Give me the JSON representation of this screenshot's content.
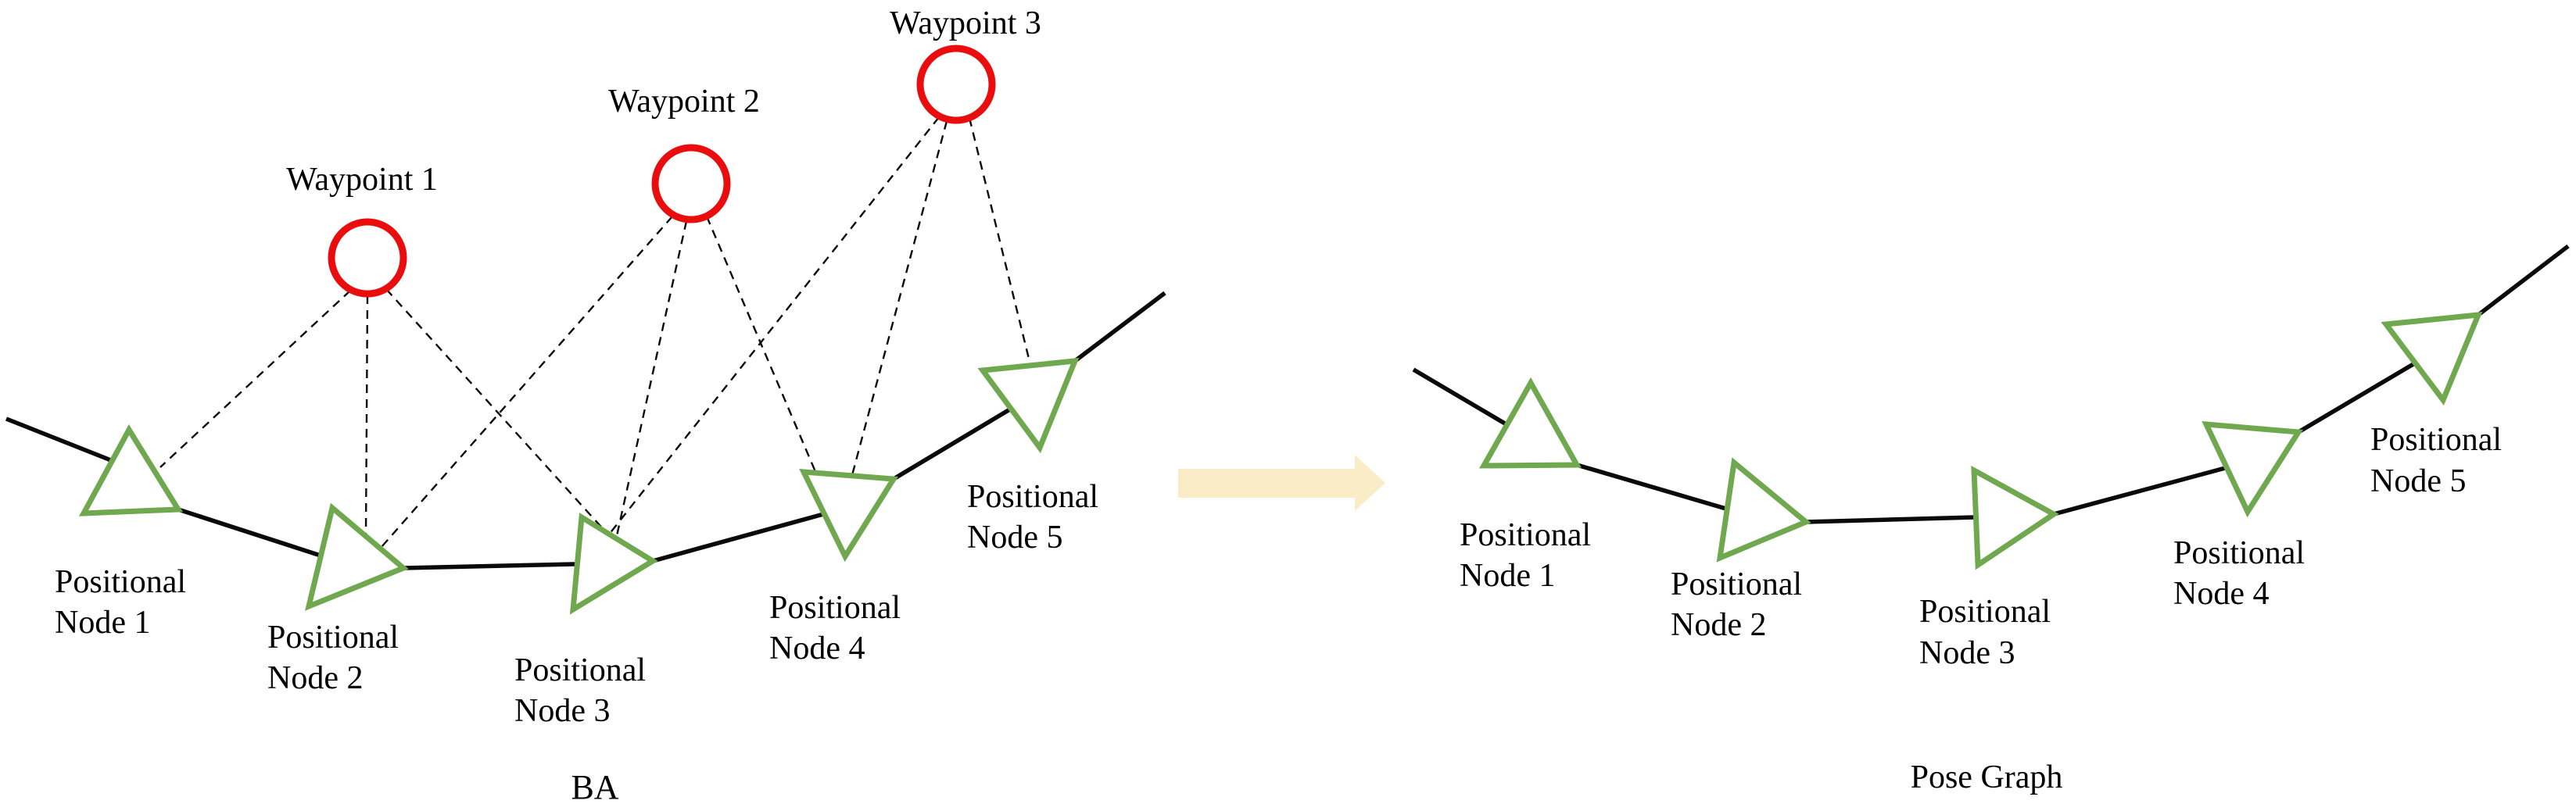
{
  "colors": {
    "node-green": "#6FA84E",
    "waypoint-red": "#EA0D0D",
    "arrow-fill": "#FBECC8",
    "line-black": "#0A0A0A"
  },
  "ba": {
    "caption": "BA",
    "waypoints": [
      {
        "label": "Waypoint 1"
      },
      {
        "label": "Waypoint 2"
      },
      {
        "label": "Waypoint 3"
      }
    ],
    "nodes": [
      {
        "line1": "Positional",
        "line2": "Node 1"
      },
      {
        "line1": "Positional",
        "line2": "Node 2"
      },
      {
        "line1": "Positional",
        "line2": "Node 3"
      },
      {
        "line1": "Positional",
        "line2": "Node 4"
      },
      {
        "line1": "Positional",
        "line2": "Node 5"
      }
    ]
  },
  "pose_graph": {
    "caption": "Pose Graph",
    "nodes": [
      {
        "line1": "Positional",
        "line2": "Node 1"
      },
      {
        "line1": "Positional",
        "line2": "Node 2"
      },
      {
        "line1": "Positional",
        "line2": "Node 3"
      },
      {
        "line1": "Positional",
        "line2": "Node 4"
      },
      {
        "line1": "Positional",
        "line2": "Node 5"
      }
    ]
  }
}
